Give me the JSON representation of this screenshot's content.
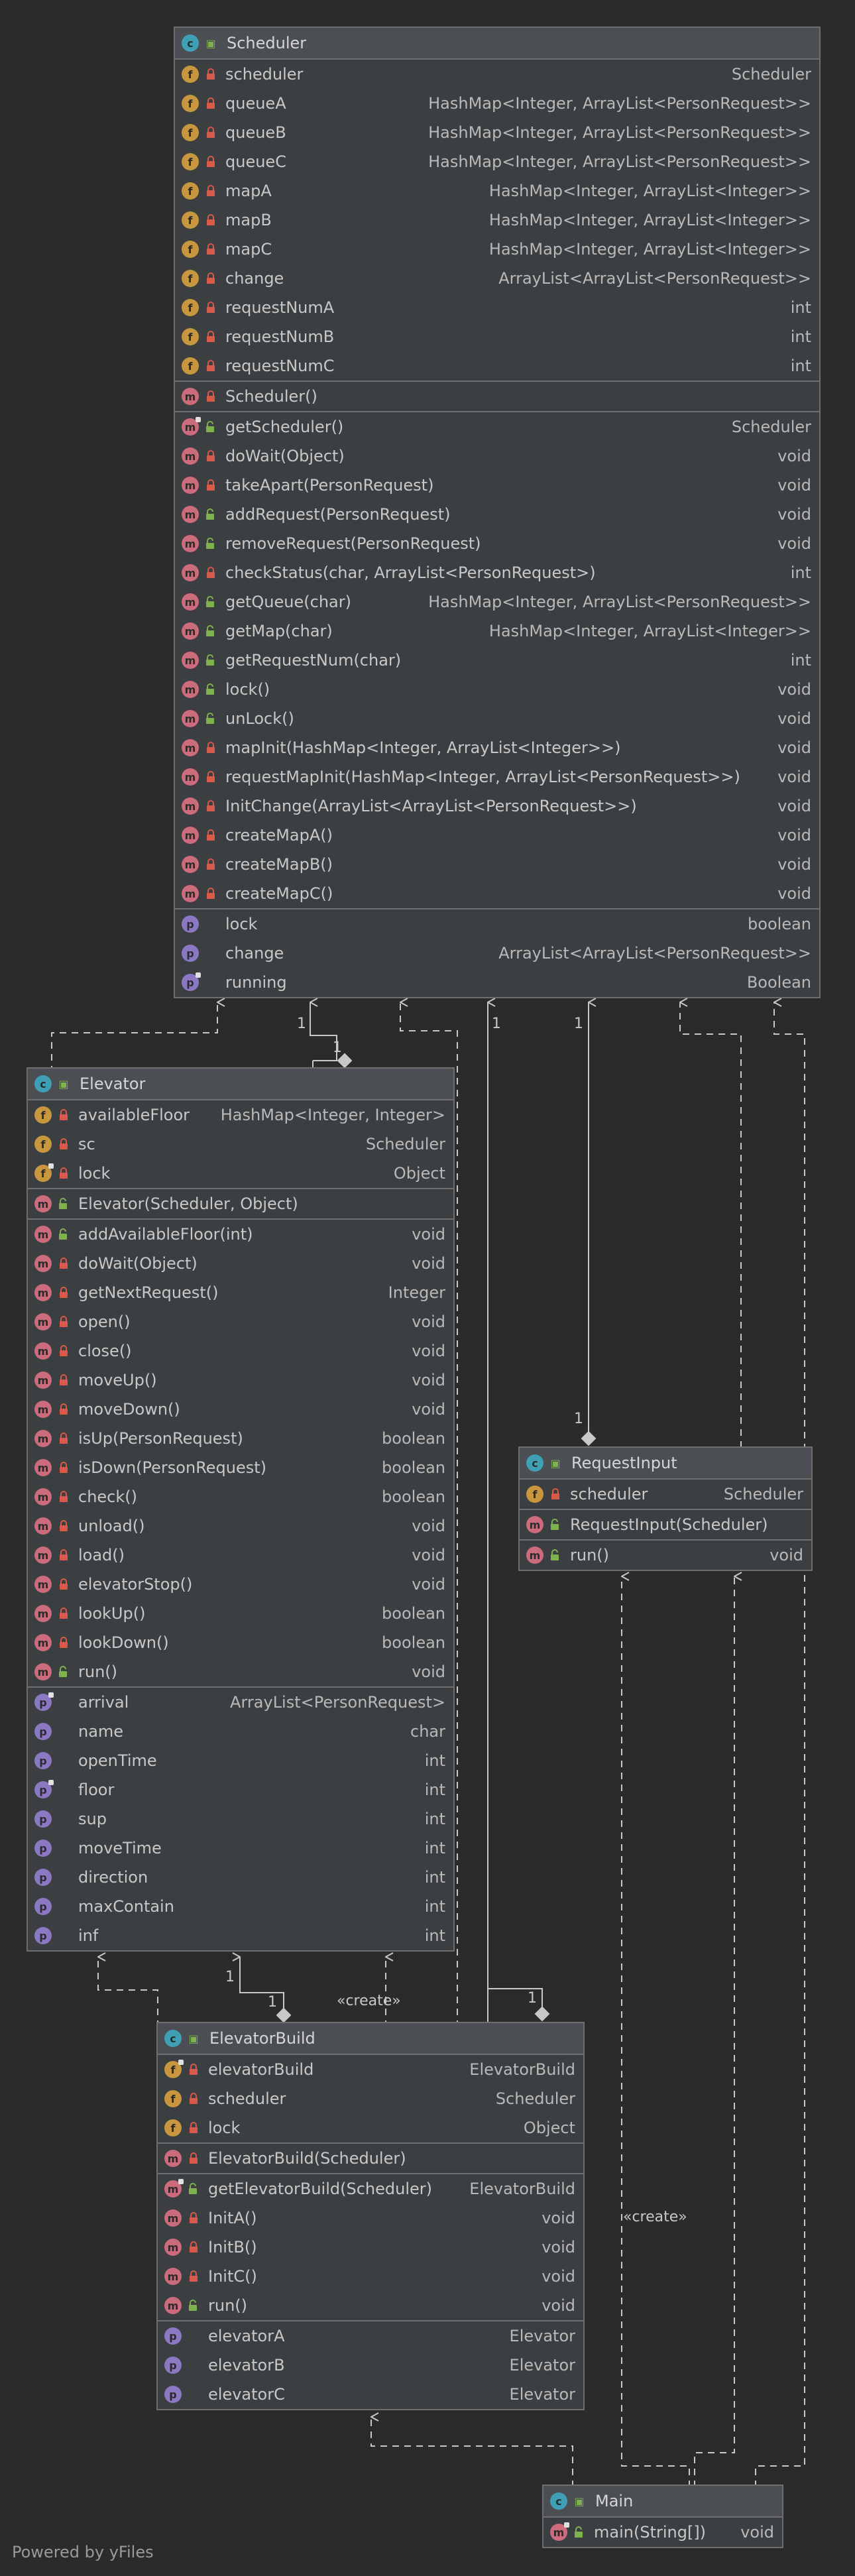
{
  "classes": [
    {
      "id": "scheduler",
      "title": "Scheduler",
      "sections": [
        [
          {
            "k": "f",
            "vis": "lock",
            "name": "scheduler",
            "type": "Scheduler"
          },
          {
            "k": "f",
            "vis": "lock",
            "name": "queueA",
            "type": "HashMap<Integer, ArrayList<PersonRequest>>"
          },
          {
            "k": "f",
            "vis": "lock",
            "name": "queueB",
            "type": "HashMap<Integer, ArrayList<PersonRequest>>"
          },
          {
            "k": "f",
            "vis": "lock",
            "name": "queueC",
            "type": "HashMap<Integer, ArrayList<PersonRequest>>"
          },
          {
            "k": "f",
            "vis": "lock",
            "name": "mapA",
            "type": "HashMap<Integer, ArrayList<Integer>>"
          },
          {
            "k": "f",
            "vis": "lock",
            "name": "mapB",
            "type": "HashMap<Integer, ArrayList<Integer>>"
          },
          {
            "k": "f",
            "vis": "lock",
            "name": "mapC",
            "type": "HashMap<Integer, ArrayList<Integer>>"
          },
          {
            "k": "f",
            "vis": "lock",
            "name": "change",
            "type": "ArrayList<ArrayList<PersonRequest>>"
          },
          {
            "k": "f",
            "vis": "lock",
            "name": "requestNumA",
            "type": "int"
          },
          {
            "k": "f",
            "vis": "lock",
            "name": "requestNumB",
            "type": "int"
          },
          {
            "k": "f",
            "vis": "lock",
            "name": "requestNumC",
            "type": "int"
          }
        ],
        [
          {
            "k": "m",
            "vis": "lock",
            "name": "Scheduler()",
            "type": ""
          }
        ],
        [
          {
            "k": "m",
            "vis": "open",
            "st": true,
            "name": "getScheduler()",
            "type": "Scheduler"
          },
          {
            "k": "m",
            "vis": "lock",
            "name": "doWait(Object)",
            "type": "void"
          },
          {
            "k": "m",
            "vis": "lock",
            "name": "takeApart(PersonRequest)",
            "type": "void"
          },
          {
            "k": "m",
            "vis": "open",
            "name": "addRequest(PersonRequest)",
            "type": "void"
          },
          {
            "k": "m",
            "vis": "open",
            "name": "removeRequest(PersonRequest)",
            "type": "void"
          },
          {
            "k": "m",
            "vis": "lock",
            "name": "checkStatus(char, ArrayList<PersonRequest>)",
            "type": "int"
          },
          {
            "k": "m",
            "vis": "open",
            "name": "getQueue(char)",
            "type": "HashMap<Integer, ArrayList<PersonRequest>>"
          },
          {
            "k": "m",
            "vis": "open",
            "name": "getMap(char)",
            "type": "HashMap<Integer, ArrayList<Integer>>"
          },
          {
            "k": "m",
            "vis": "open",
            "name": "getRequestNum(char)",
            "type": "int"
          },
          {
            "k": "m",
            "vis": "open",
            "name": "lock()",
            "type": "void"
          },
          {
            "k": "m",
            "vis": "open",
            "name": "unLock()",
            "type": "void"
          },
          {
            "k": "m",
            "vis": "lock",
            "name": "mapInit(HashMap<Integer, ArrayList<Integer>>)",
            "type": "void"
          },
          {
            "k": "m",
            "vis": "lock",
            "name": "requestMapInit(HashMap<Integer, ArrayList<PersonRequest>>)",
            "type": "void"
          },
          {
            "k": "m",
            "vis": "lock",
            "name": "InitChange(ArrayList<ArrayList<PersonRequest>>)",
            "type": "void"
          },
          {
            "k": "m",
            "vis": "lock",
            "name": "createMapA()",
            "type": "void"
          },
          {
            "k": "m",
            "vis": "lock",
            "name": "createMapB()",
            "type": "void"
          },
          {
            "k": "m",
            "vis": "lock",
            "name": "createMapC()",
            "type": "void"
          }
        ],
        [
          {
            "k": "p",
            "vis": "none",
            "name": "lock",
            "type": "boolean"
          },
          {
            "k": "p",
            "vis": "none",
            "name": "change",
            "type": "ArrayList<ArrayList<PersonRequest>>"
          },
          {
            "k": "p",
            "vis": "none",
            "st": true,
            "name": "running",
            "type": "Boolean"
          }
        ]
      ]
    },
    {
      "id": "elevator",
      "title": "Elevator",
      "sections": [
        [
          {
            "k": "f",
            "vis": "lock",
            "name": "availableFloor",
            "type": "HashMap<Integer, Integer>"
          },
          {
            "k": "f",
            "vis": "lock",
            "name": "sc",
            "type": "Scheduler"
          },
          {
            "k": "f",
            "vis": "lock",
            "st": true,
            "name": "lock",
            "type": "Object"
          }
        ],
        [
          {
            "k": "m",
            "vis": "open",
            "name": "Elevator(Scheduler, Object)",
            "type": ""
          }
        ],
        [
          {
            "k": "m",
            "vis": "open",
            "name": "addAvailableFloor(int)",
            "type": "void"
          },
          {
            "k": "m",
            "vis": "lock",
            "name": "doWait(Object)",
            "type": "void"
          },
          {
            "k": "m",
            "vis": "lock",
            "name": "getNextRequest()",
            "type": "Integer"
          },
          {
            "k": "m",
            "vis": "lock",
            "name": "open()",
            "type": "void"
          },
          {
            "k": "m",
            "vis": "lock",
            "name": "close()",
            "type": "void"
          },
          {
            "k": "m",
            "vis": "lock",
            "name": "moveUp()",
            "type": "void"
          },
          {
            "k": "m",
            "vis": "lock",
            "name": "moveDown()",
            "type": "void"
          },
          {
            "k": "m",
            "vis": "lock",
            "name": "isUp(PersonRequest)",
            "type": "boolean"
          },
          {
            "k": "m",
            "vis": "lock",
            "name": "isDown(PersonRequest)",
            "type": "boolean"
          },
          {
            "k": "m",
            "vis": "lock",
            "name": "check()",
            "type": "boolean"
          },
          {
            "k": "m",
            "vis": "lock",
            "name": "unload()",
            "type": "void"
          },
          {
            "k": "m",
            "vis": "lock",
            "name": "load()",
            "type": "void"
          },
          {
            "k": "m",
            "vis": "lock",
            "name": "elevatorStop()",
            "type": "void"
          },
          {
            "k": "m",
            "vis": "lock",
            "name": "lookUp()",
            "type": "boolean"
          },
          {
            "k": "m",
            "vis": "lock",
            "name": "lookDown()",
            "type": "boolean"
          },
          {
            "k": "m",
            "vis": "open",
            "name": "run()",
            "type": "void"
          }
        ],
        [
          {
            "k": "p",
            "vis": "none",
            "st": true,
            "name": "arrival",
            "type": "ArrayList<PersonRequest>"
          },
          {
            "k": "p",
            "vis": "none",
            "name": "name",
            "type": "char"
          },
          {
            "k": "p",
            "vis": "none",
            "name": "openTime",
            "type": "int"
          },
          {
            "k": "p",
            "vis": "none",
            "st": true,
            "name": "floor",
            "type": "int"
          },
          {
            "k": "p",
            "vis": "none",
            "name": "sup",
            "type": "int"
          },
          {
            "k": "p",
            "vis": "none",
            "name": "moveTime",
            "type": "int"
          },
          {
            "k": "p",
            "vis": "none",
            "name": "direction",
            "type": "int"
          },
          {
            "k": "p",
            "vis": "none",
            "name": "maxContain",
            "type": "int"
          },
          {
            "k": "p",
            "vis": "none",
            "name": "inf",
            "type": "int"
          }
        ]
      ]
    },
    {
      "id": "requestinput",
      "title": "RequestInput",
      "sections": [
        [
          {
            "k": "f",
            "vis": "lock",
            "name": "scheduler",
            "type": "Scheduler"
          }
        ],
        [
          {
            "k": "m",
            "vis": "open",
            "name": "RequestInput(Scheduler)",
            "type": ""
          }
        ],
        [
          {
            "k": "m",
            "vis": "open",
            "name": "run()",
            "type": "void"
          }
        ]
      ]
    },
    {
      "id": "elevatorbuild",
      "title": "ElevatorBuild",
      "sections": [
        [
          {
            "k": "f",
            "vis": "lock",
            "st": true,
            "name": "elevatorBuild",
            "type": "ElevatorBuild"
          },
          {
            "k": "f",
            "vis": "lock",
            "name": "scheduler",
            "type": "Scheduler"
          },
          {
            "k": "f",
            "vis": "lock",
            "name": "lock",
            "type": "Object"
          }
        ],
        [
          {
            "k": "m",
            "vis": "lock",
            "name": "ElevatorBuild(Scheduler)",
            "type": ""
          }
        ],
        [
          {
            "k": "m",
            "vis": "open",
            "st": true,
            "name": "getElevatorBuild(Scheduler)",
            "type": "ElevatorBuild"
          },
          {
            "k": "m",
            "vis": "lock",
            "name": "InitA()",
            "type": "void"
          },
          {
            "k": "m",
            "vis": "lock",
            "name": "InitB()",
            "type": "void"
          },
          {
            "k": "m",
            "vis": "lock",
            "name": "InitC()",
            "type": "void"
          },
          {
            "k": "m",
            "vis": "open",
            "name": "run()",
            "type": "void"
          }
        ],
        [
          {
            "k": "p",
            "vis": "none",
            "name": "elevatorA",
            "type": "Elevator"
          },
          {
            "k": "p",
            "vis": "none",
            "name": "elevatorB",
            "type": "Elevator"
          },
          {
            "k": "p",
            "vis": "none",
            "name": "elevatorC",
            "type": "Elevator"
          }
        ]
      ]
    },
    {
      "id": "main",
      "title": "Main",
      "sections": [
        [
          {
            "k": "m",
            "vis": "open",
            "st": true,
            "name": "main(String[])",
            "type": "void"
          }
        ]
      ]
    }
  ],
  "edge_labels": {
    "sched_elev_1a": "1",
    "sched_elev_1b": "1",
    "sched_build_1": "1",
    "sched_req_1a": "1",
    "sched_req_1b": "1",
    "elev_build_1a": "1",
    "elev_build_1b": "1",
    "build_sched_1": "1",
    "create_elev": "«create»",
    "create_req": "«create»"
  },
  "footer": "Powered by yFiles",
  "icon_names": {
    "c": "class-icon",
    "f": "field-icon",
    "m": "method-icon",
    "p": "property-icon"
  },
  "colors": {
    "background": "#2b2b2b",
    "box": "#3c3f41",
    "field": "#c8963e",
    "method": "#cc6b7c",
    "property": "#8a78c2",
    "class": "#3fa0b5"
  }
}
